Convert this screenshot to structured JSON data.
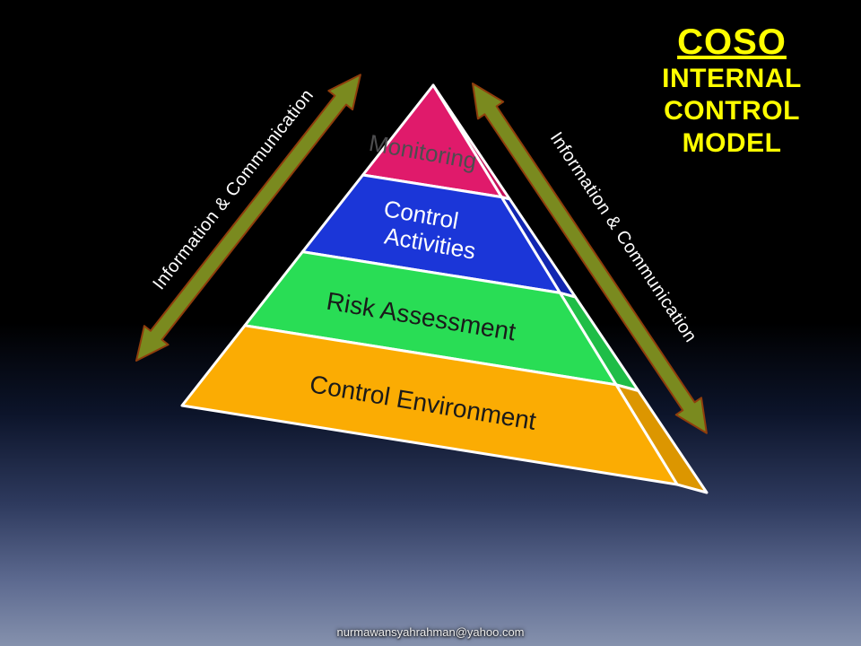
{
  "slide": {
    "title": {
      "heading": "COSO",
      "subtitle_lines": [
        "INTERNAL",
        "CONTROL",
        "MODEL"
      ],
      "color": "#FFFF00"
    },
    "pyramid": {
      "layers": [
        {
          "id": "monitoring",
          "label_lines": [
            "Monitoring"
          ],
          "face_color": "#E01A6B",
          "side_color": "#C4135B",
          "text_color": "#4D4D4F"
        },
        {
          "id": "control-activities",
          "label_lines": [
            "Control",
            "Activities"
          ],
          "face_color": "#1B36D8",
          "side_color": "#1226B0",
          "text_color": "#FFFFFF"
        },
        {
          "id": "risk-assessment",
          "label_lines": [
            "Risk Assessment"
          ],
          "face_color": "#29DD55",
          "side_color": "#1FBD47",
          "text_color": "#1A1A1A"
        },
        {
          "id": "control-environment",
          "label_lines": [
            "Control Environment"
          ],
          "face_color": "#FBAC03",
          "side_color": "#DC9600",
          "text_color": "#1A1A1A"
        }
      ],
      "outline_color": "#FFFFFF"
    },
    "arrows": {
      "left": {
        "label": "Information & Communication"
      },
      "right": {
        "label": "Information & Communication"
      },
      "fill": "#7A8A1F",
      "outline": "#8F3D0C",
      "label_color": "#FFFFFF"
    },
    "footer": {
      "email": "nurmawansyahrahman@yahoo.com"
    }
  }
}
